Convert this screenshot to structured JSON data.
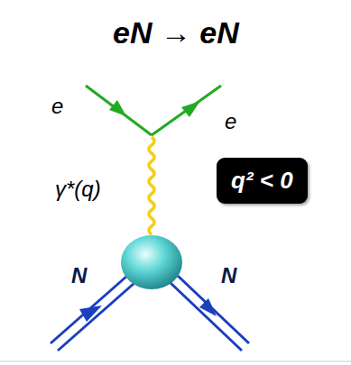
{
  "diagram": {
    "title": "eN → eN",
    "nodes": [
      {
        "text": [
          "q² < 0"
        ]
      }
    ],
    "labels": [
      "e",
      "e",
      "γ*(q)",
      "N",
      "N"
    ]
  }
}
